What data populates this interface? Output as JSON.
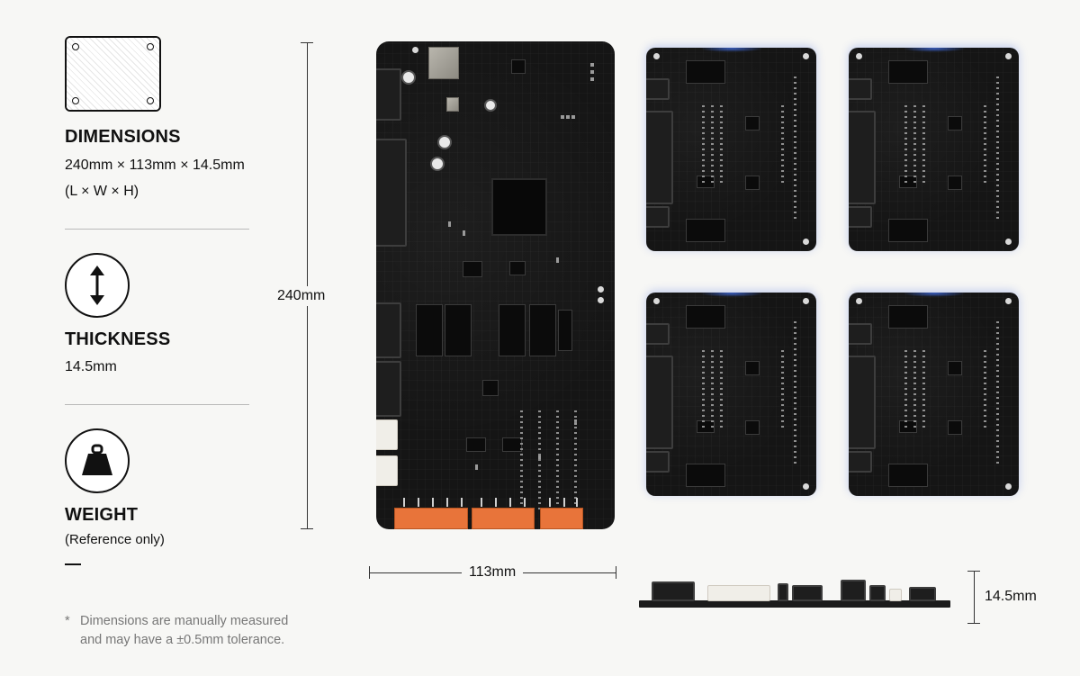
{
  "specs": {
    "dimensions": {
      "title": "DIMENSIONS",
      "value": "240mm × 113mm × 14.5mm",
      "note": "(L × W × H)"
    },
    "thickness": {
      "title": "THICKNESS",
      "value": "14.5mm"
    },
    "weight": {
      "title": "WEIGHT",
      "note": "(Reference only)",
      "value": "—"
    }
  },
  "annotations": {
    "length": "240mm",
    "width": "113mm",
    "height": "14.5mm"
  },
  "footnote": {
    "star": "*",
    "text_line1": "Dimensions are manually measured",
    "text_line2": "and may have a ±0.5mm tolerance."
  },
  "icons": {
    "dimensions": "board-outline-icon",
    "thickness": "vertical-arrows-icon",
    "weight": "weight-icon"
  },
  "colors": {
    "background": "#f7f7f5",
    "pcb": "#151515",
    "terminal": "#e8743a",
    "glow": "#4678ff"
  }
}
